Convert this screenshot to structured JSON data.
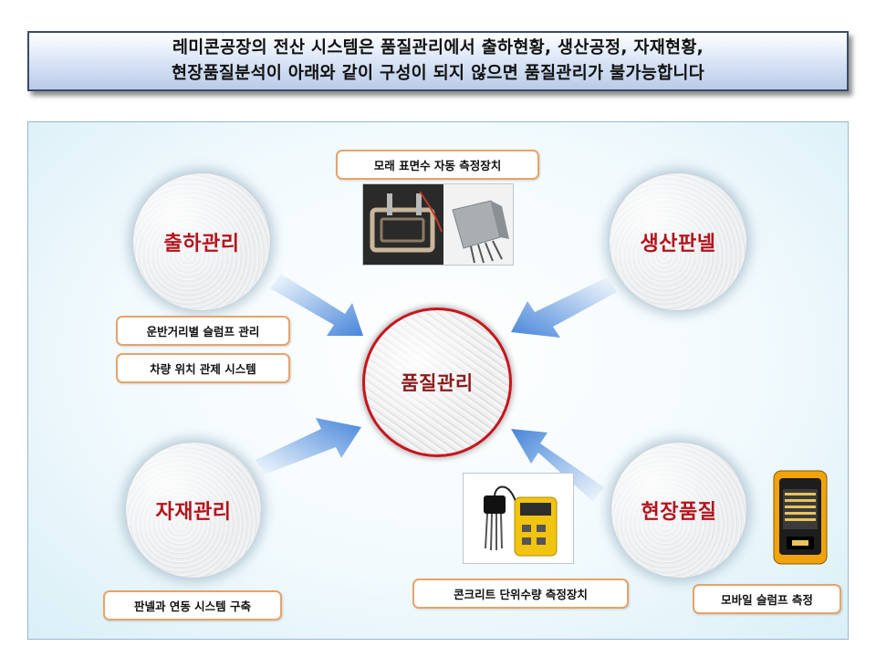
{
  "header": {
    "line1": "레미콘공장의 전산 시스템은 품질관리에서 출하현황, 생산공정, 자재현황,",
    "line2": "현장품질분석이 아래와 같이 구성이 되지 않으면 품질관리가 불가능합니다"
  },
  "center": {
    "label": "품질관리"
  },
  "nodes": {
    "shipping": "출하관리",
    "production": "생산판넬",
    "materials": "자재관리",
    "site_quality": "현장품질"
  },
  "labels": {
    "sand_device": "모래 표면수 자동 측정장치",
    "transport_slump": "운반거리별 슬럼프 관리",
    "vehicle_location": "차량 위치 관제 시스템",
    "panel_link": "판넬과 연동 시스템 구축",
    "unit_water": "콘크리트 단위수량 측정장치",
    "mobile_slump": "모바일 슬럼프 측정"
  },
  "colors": {
    "accent_red": "#b3141c",
    "label_border": "#e6a36a",
    "arrow_blue": "#3d7fd8"
  }
}
